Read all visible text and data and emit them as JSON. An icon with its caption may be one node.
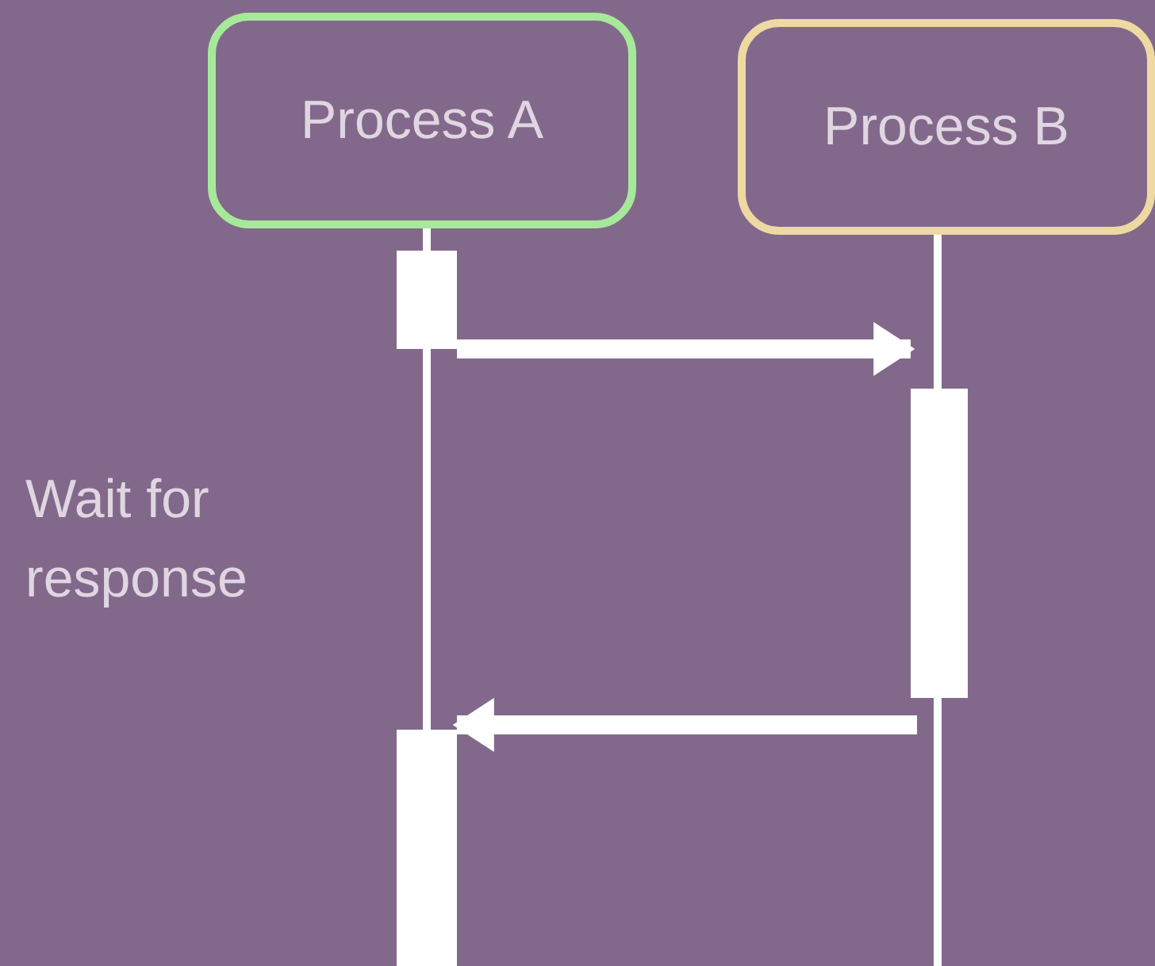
{
  "diagram": {
    "nodes": [
      {
        "text": [
          "Process A"
        ]
      },
      {
        "text": [
          "Process B"
        ]
      },
      {
        "text": [],
        "shape": "bar"
      },
      {
        "text": [],
        "shape": "bar"
      },
      {
        "text": [],
        "shape": "bar"
      }
    ],
    "edges": [
      {
        "from": 0,
        "to": 2,
        "arrow": "none"
      },
      {
        "from": 2,
        "to": 4,
        "arrow": "none"
      },
      {
        "from": 1,
        "to": 3,
        "arrow": "none"
      },
      {
        "from": 3,
        "to": null,
        "arrow": "none"
      },
      {
        "from": 2,
        "to": 3,
        "arrow": "to",
        "style": "thick"
      },
      {
        "from": null,
        "to": 4,
        "arrow": "to",
        "style": "thick"
      }
    ],
    "labels": [
      "Wait for response"
    ]
  }
}
